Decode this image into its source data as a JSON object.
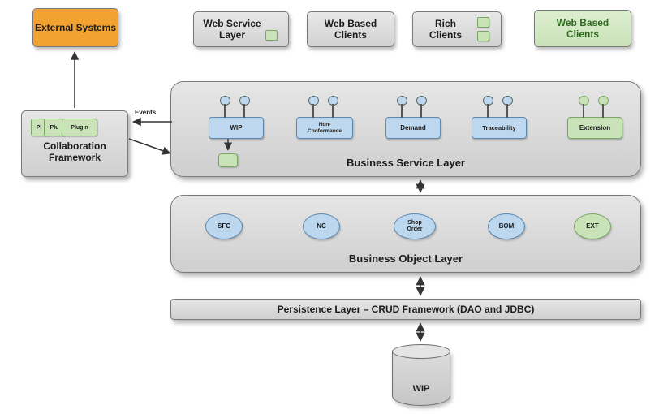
{
  "top_row": {
    "external_systems": "External Systems",
    "web_service_layer": "Web Service Layer",
    "web_based_clients": "Web Based Clients",
    "rich_clients": "Rich Clients",
    "web_based_clients_green": "Web Based Clients"
  },
  "collaboration": {
    "label": "Collaboration Framework",
    "plugins": [
      "Pl",
      "Plu",
      "Plugin"
    ],
    "events_label": "Events"
  },
  "business_service_layer": {
    "label": "Business Service Layer",
    "services": [
      {
        "label": "WIP"
      },
      {
        "label": "Non-Conformance"
      },
      {
        "label": "Demand"
      },
      {
        "label": "Traceability"
      },
      {
        "label": "Extension"
      }
    ]
  },
  "business_object_layer": {
    "label": "Business Object Layer",
    "objects": [
      {
        "label": "SFC"
      },
      {
        "label": "NC"
      },
      {
        "label": "Shop Order"
      },
      {
        "label": "BOM"
      },
      {
        "label": "EXT"
      }
    ]
  },
  "persistence_layer": {
    "label": "Persistence Layer – CRUD Framework (DAO and JDBC)"
  },
  "database": {
    "label": "WIP"
  },
  "colors": {
    "gray_fill": "#d2d2d2",
    "gray_light": "#e8e8e8",
    "gray_border": "#7a7a7a",
    "orange_fill": "#f1a231",
    "green_fill": "#c9e2b8",
    "green_light": "#ddeed1",
    "green_border": "#77a761",
    "green_text": "#2e6b1f",
    "blue_fill": "#bdd7ee",
    "blue_border": "#5a87b0",
    "arrow": "#333333"
  }
}
